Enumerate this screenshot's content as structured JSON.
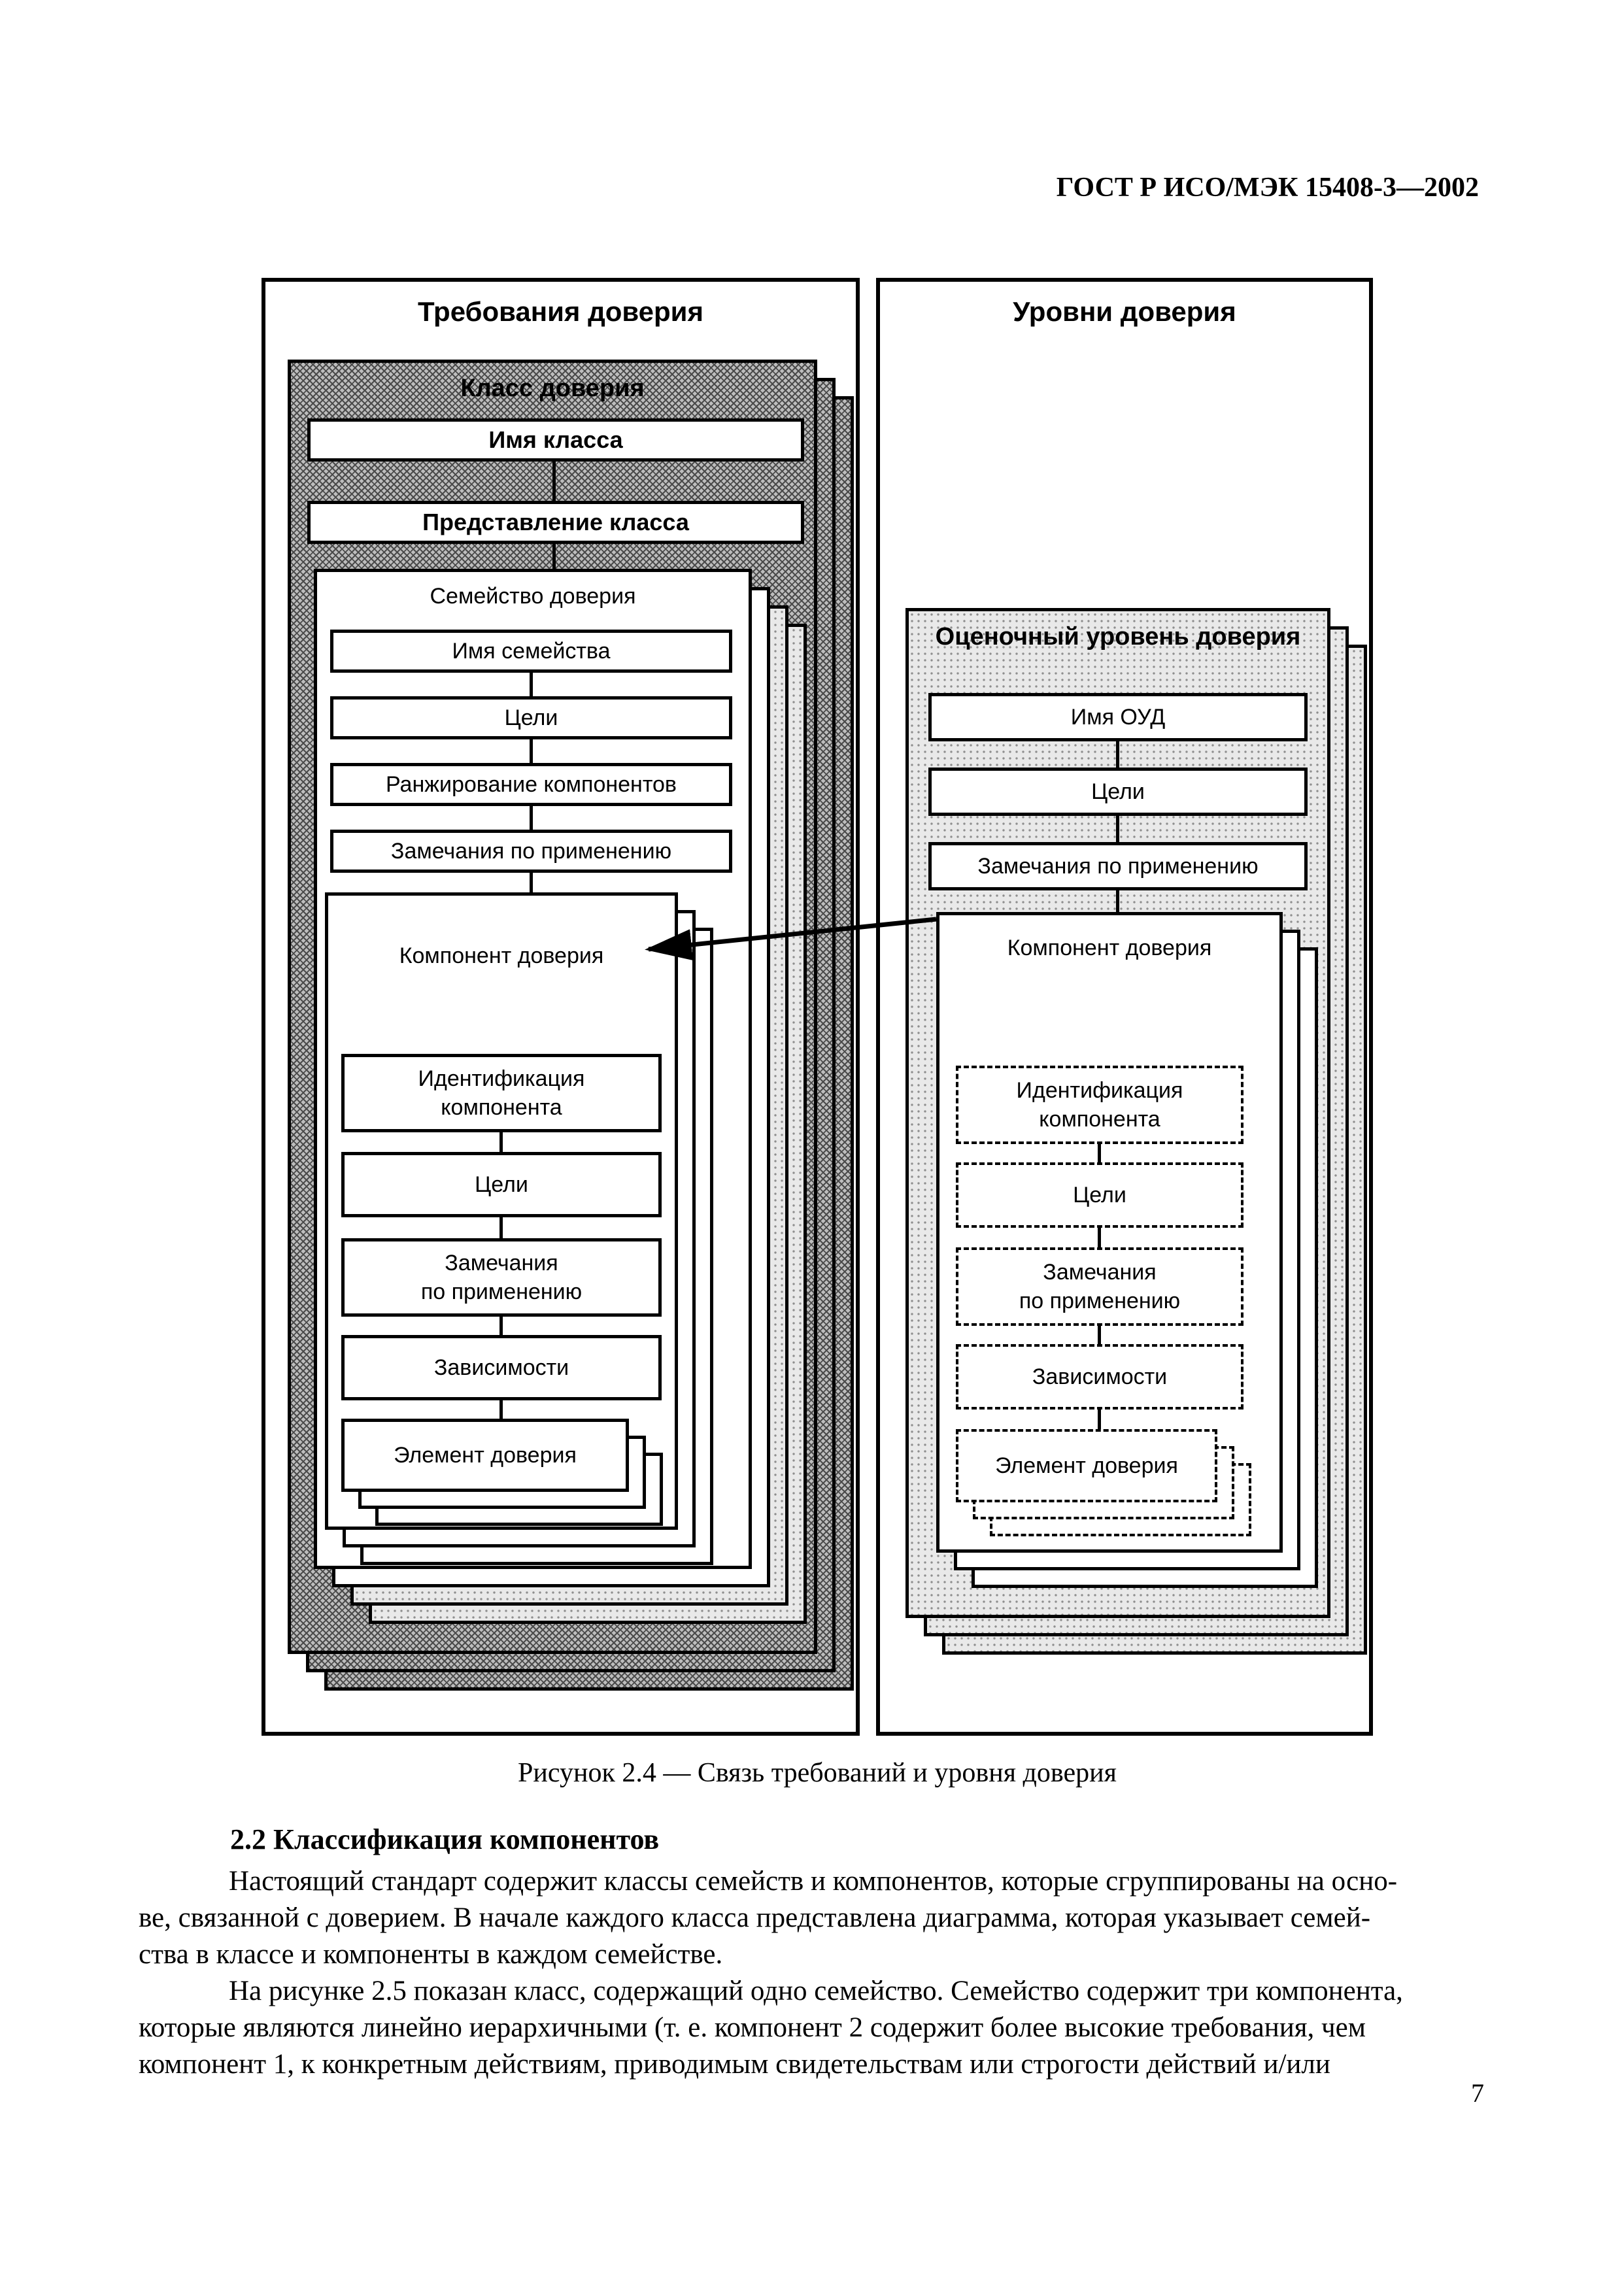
{
  "page": {
    "header": "ГОСТ Р ИСО/МЭК 15408-3—2002",
    "section_heading": "2.2 Классификация компонентов",
    "body_lines": [
      "Настоящий стандарт содержит классы семейств и компонентов, которые сгруппированы на осно-",
      "ве, связанной с доверием. В начале каждого класса представлена диаграмма, которая указывает семей-",
      "ства в классе и компоненты в каждом семействе.",
      "На рисунке 2.5 показан класс, содержащий одно семейство. Семейство содержит три компонента,",
      "которые являются линейно иерархичными (т. е. компонент 2 содержит более высокие требования, чем",
      "компонент 1, к конкретным действиям, приводимым свидетельствам или строгости действий и/или"
    ],
    "page_number": "7"
  },
  "figure": {
    "caption": "Рисунок 2.4 — Связь требований и уровня доверия",
    "requirements": {
      "title": "Требования доверия",
      "class_box": "Класс доверия",
      "class_name": "Имя класса",
      "class_presentation": "Представление класса",
      "family_box": "Семейство доверия",
      "family_name": "Имя семейства",
      "objectives": "Цели",
      "ranking": "Ранжирование компонентов",
      "app_notes": "Замечания по применению",
      "component_box": "Компонент доверия",
      "component_id": "Идентификация\nкомпонента",
      "component_objectives": "Цели",
      "component_notes": "Замечания\nпо применению",
      "dependencies": "Зависимости",
      "element_box": "Элемент доверия"
    },
    "levels": {
      "title": "Уровни доверия",
      "eal_box": "Оценочный уровень доверия",
      "eal_name": "Имя ОУД",
      "objectives": "Цели",
      "app_notes": "Замечания по применению",
      "component_box": "Компонент доверия",
      "component_id": "Идентификация\nкомпонента",
      "component_objectives": "Цели",
      "component_notes": "Замечания\nпо применению",
      "dependencies": "Зависимости",
      "element_box": "Элемент доверия"
    }
  }
}
